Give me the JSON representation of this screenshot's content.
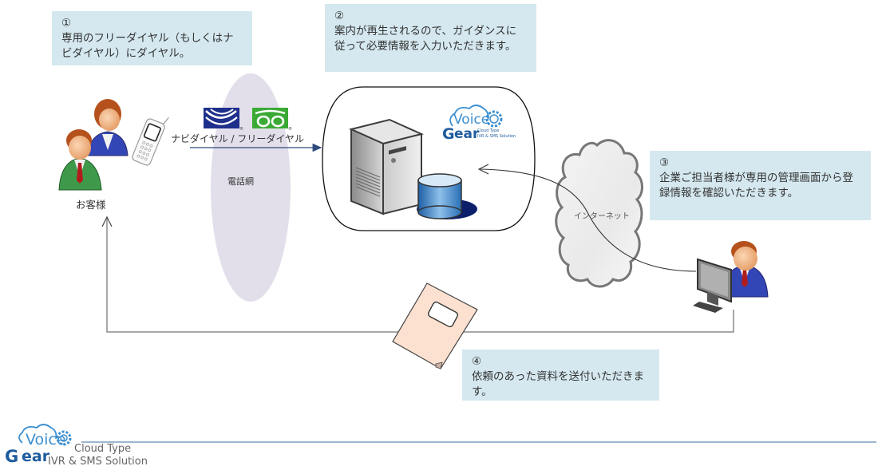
{
  "notes": [
    {
      "num": "①",
      "text": "専用のフリーダイヤル（もしくはナビダイヤル）にダイヤル。"
    },
    {
      "num": "②",
      "text": "案内が再生されるので、ガイダンスに従って必要情報を入力いただきます。"
    },
    {
      "num": "③",
      "text": "企業ご担当者様が専用の管理画面から登録情報を確認いただきます。"
    },
    {
      "num": "④",
      "text": "依頼のあった資料を送付いただきます。"
    }
  ],
  "labels": {
    "customer": "お客様",
    "dial_types": "ナビダイヤル / フリーダイヤル",
    "phone_network": "電話網",
    "internet": "インターネット"
  },
  "logo": {
    "voice": "Voice",
    "gear": "ear",
    "gear_initial": "G",
    "line1": "Cloud Type",
    "line2": "IVR & SMS Solution"
  },
  "colors": {
    "note_bg": "#d5e8ef",
    "network_ellipse": "#e2dfeb",
    "navi_blue": "#1e2f8c",
    "free_green": "#3aaa35",
    "logo_blue": "#3b8fd0",
    "logo_dark": "#1f5c9e",
    "arrow_blue": "#2e4a7d",
    "footer_line": "#3c6fa0"
  }
}
